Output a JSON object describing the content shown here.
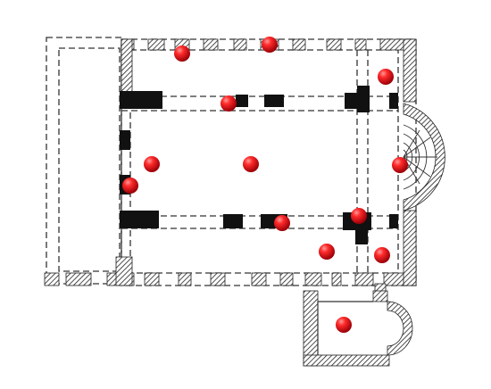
{
  "figure": {
    "type": "architectural-floor-plan",
    "subject": "basilica-plan",
    "marker_color": "#e3141e",
    "marker_highlight": "#ff9a9a",
    "wall_color": "#222222",
    "marker_count": 13
  }
}
